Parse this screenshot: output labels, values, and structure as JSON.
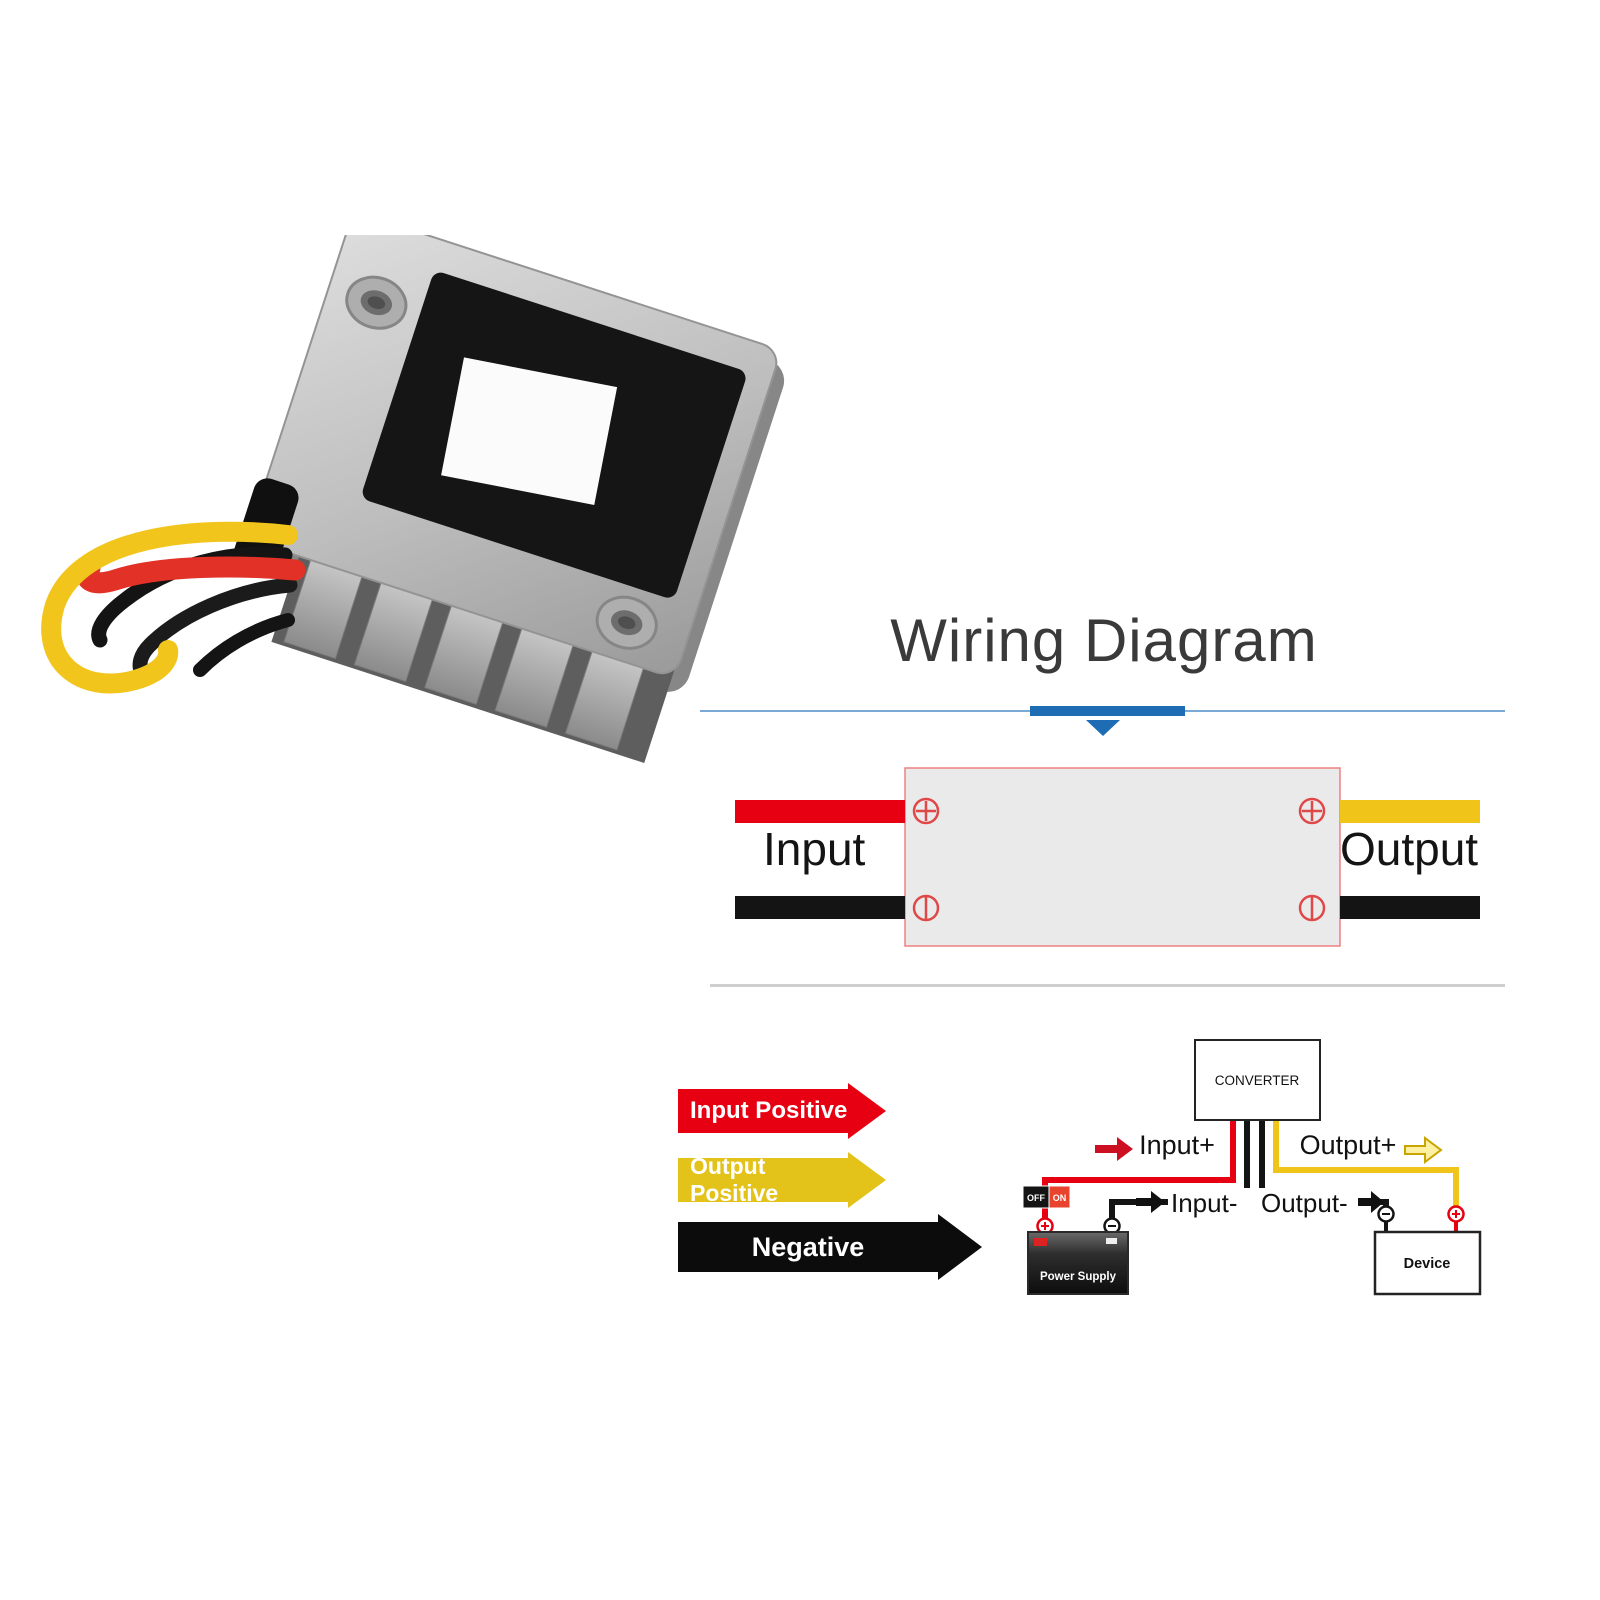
{
  "title": "Wiring Diagram",
  "wiring_box": {
    "input_label": "Input",
    "output_label": "Output"
  },
  "legend": [
    {
      "label": "Input Positive",
      "color": "#e60012"
    },
    {
      "label": "Output Positive",
      "color": "#e3c21a"
    },
    {
      "label": "Negative",
      "color": "#0c0c0c"
    }
  ],
  "schematic": {
    "converter": "CONVERTER",
    "input_plus": "Input+",
    "output_plus": "Output+",
    "input_minus": "Input-",
    "output_minus": "Output-",
    "switch": {
      "off": "OFF",
      "on": "ON"
    },
    "power_supply": "Power Supply",
    "device": "Device"
  },
  "colors": {
    "wire_red": "#e60012",
    "wire_yellow": "#f0c419",
    "wire_black": "#141414",
    "accent_blue": "#1e6db4",
    "line_blue": "#7aa9d6",
    "box_fill": "#eaeaea",
    "box_border": "#ef8080",
    "metal": "#b5b5b5"
  }
}
